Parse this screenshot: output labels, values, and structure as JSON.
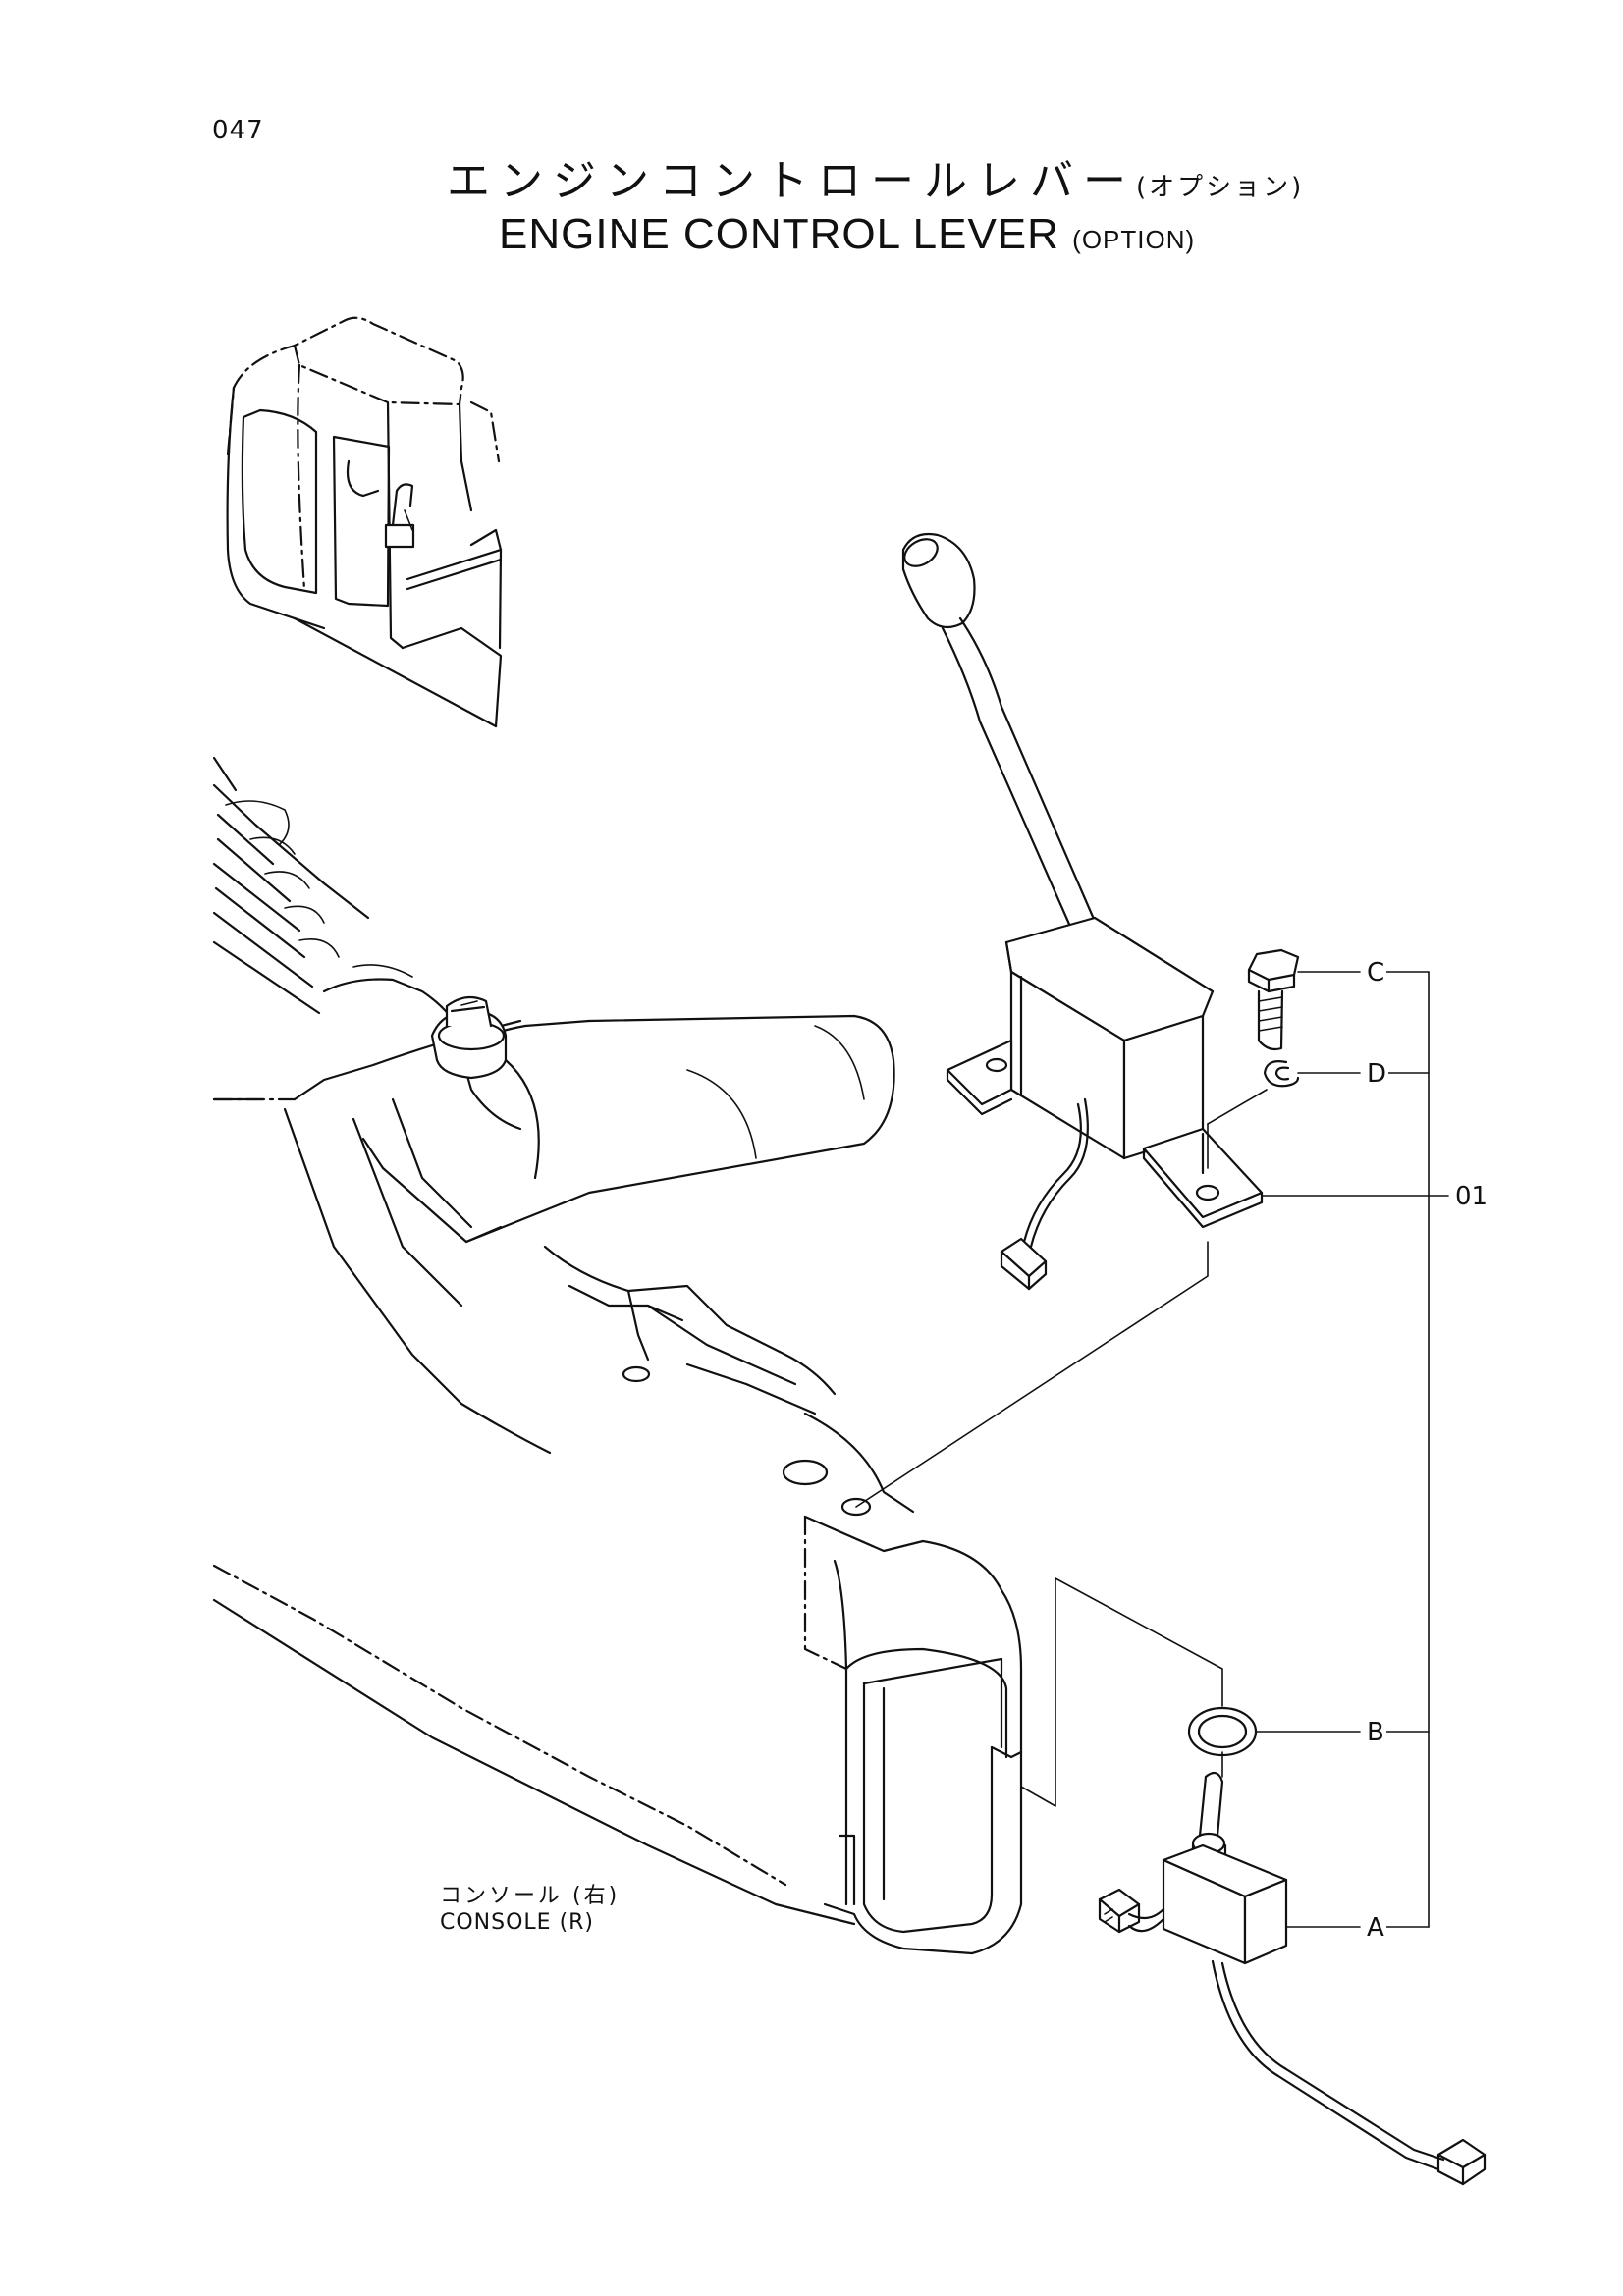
{
  "page_number": "047",
  "title": {
    "japanese": "エンジンコントロールレバー",
    "japanese_suffix": "(オプション)",
    "english": "ENGINE CONTROL LEVER",
    "english_suffix": "(OPTION)"
  },
  "callouts": {
    "c": "C",
    "d": "D",
    "assembly": "01",
    "b": "B",
    "a": "A"
  },
  "console_label": {
    "japanese": "コンソール (右)",
    "english": "CONSOLE (R)"
  }
}
